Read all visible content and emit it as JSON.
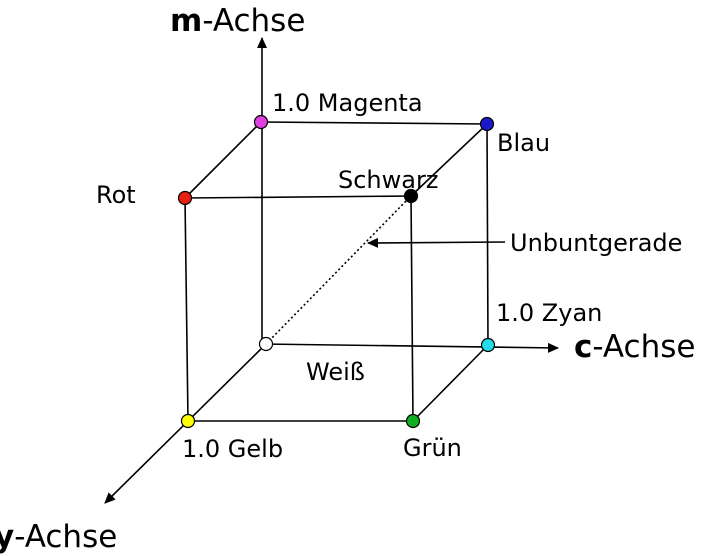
{
  "axes": {
    "m": {
      "bold": "m",
      "rest": "-Achse"
    },
    "c": {
      "bold": "c",
      "rest": "-Achse"
    },
    "y": {
      "bold": "y",
      "rest": "-Achse"
    }
  },
  "vertices": {
    "magenta": {
      "label": "1.0 Magenta",
      "color": "#e040e0"
    },
    "blau": {
      "label": "Blau",
      "color": "#1a1acc"
    },
    "rot": {
      "label": "Rot",
      "color": "#e82010"
    },
    "schwarz": {
      "label": "Schwarz",
      "color": "#000000"
    },
    "weiss": {
      "label": "Weiß",
      "color": "#ffffff"
    },
    "zyan": {
      "label": "1.0 Zyan",
      "color": "#22dde8"
    },
    "gelb": {
      "label": "1.0 Gelb",
      "color": "#ffff00"
    },
    "gruen": {
      "label": "Grün",
      "color": "#10b020"
    }
  },
  "annotation": {
    "label": "Unbuntgerade"
  }
}
